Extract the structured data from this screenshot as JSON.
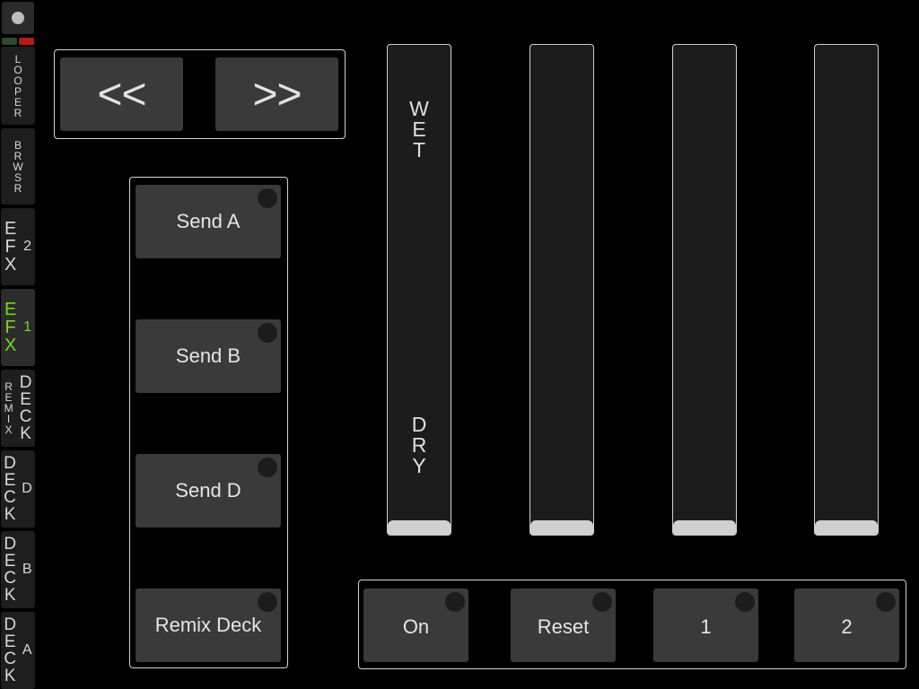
{
  "sidebar": {
    "looper": "LOOPER",
    "browser": "BRWSR",
    "efx2": {
      "main": "EFX",
      "num": "2"
    },
    "efx1": {
      "main": "EFX",
      "num": "1"
    },
    "remix_deck": {
      "left": "REMIX",
      "right": "DECK"
    },
    "deck_d": {
      "main": "DECK",
      "letter": "D"
    },
    "deck_b": {
      "main": "DECK",
      "letter": "B"
    },
    "deck_a": {
      "main": "DECK",
      "letter": "A"
    },
    "active_tab": "efx1",
    "active_color": "#7ed321",
    "indicator_colors": [
      "#2d4a2d",
      "#b01c1c"
    ]
  },
  "nav": {
    "prev_label": "<<",
    "next_label": ">>"
  },
  "sends": [
    {
      "label": "Send A"
    },
    {
      "label": "Send B"
    },
    {
      "label": "Send D"
    },
    {
      "label": "Remix Deck"
    }
  ],
  "faders": [
    {
      "top_label": "WET",
      "bottom_label": "DRY",
      "value": 0
    },
    {
      "top_label": "",
      "bottom_label": "",
      "value": 0
    },
    {
      "top_label": "",
      "bottom_label": "",
      "value": 0
    },
    {
      "top_label": "",
      "bottom_label": "",
      "value": 0
    }
  ],
  "buttons": [
    {
      "label": "On"
    },
    {
      "label": "Reset"
    },
    {
      "label": "1"
    },
    {
      "label": "2"
    }
  ]
}
